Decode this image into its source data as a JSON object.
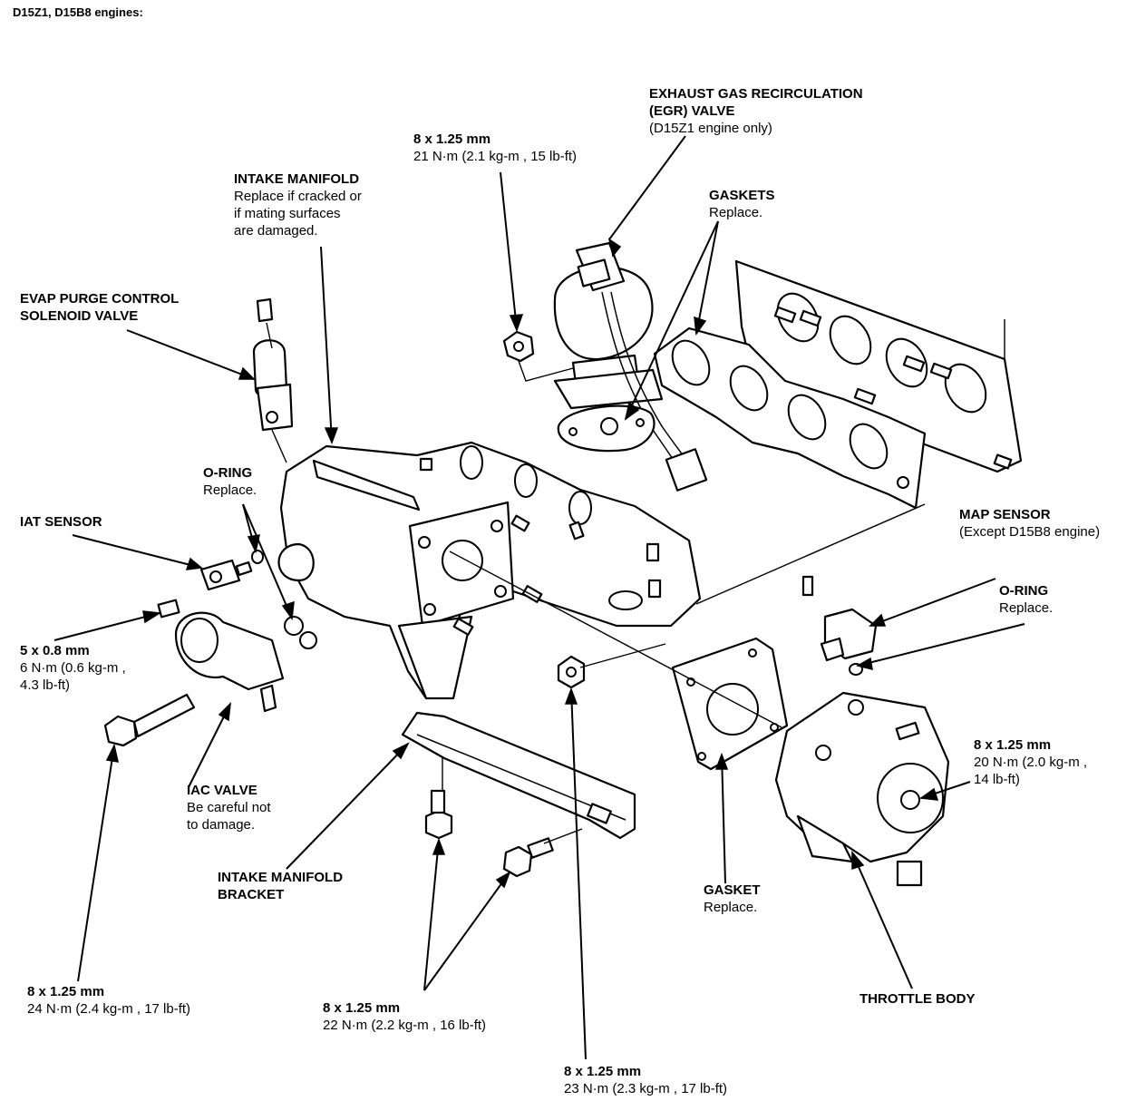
{
  "header": {
    "title": "D15Z1, D15B8 engines:"
  },
  "labels": {
    "egr_valve": {
      "line1": "EXHAUST GAS RECIRCULATION",
      "line2": "(EGR) VALVE",
      "line3": "(D15Z1 engine only)"
    },
    "bolt_egr": {
      "line1": "8 x 1.25 mm",
      "line2": "21  N·m (2.1  kg-m , 15 lb-ft)"
    },
    "intake_manifold": {
      "line1": "INTAKE MANIFOLD",
      "line2": "Replace if cracked or",
      "line3": "if mating surfaces",
      "line4": "are damaged."
    },
    "gaskets": {
      "line1": "GASKETS",
      "line2": "Replace."
    },
    "evap_valve": {
      "line1": "EVAP PURGE CONTROL",
      "line2": "SOLENOID VALVE"
    },
    "oring_left": {
      "line1": "O-RING",
      "line2": "Replace."
    },
    "iat_sensor": {
      "line1": "IAT SENSOR"
    },
    "map_sensor": {
      "line1": "MAP SENSOR",
      "line2": "(Except D15B8 engine)"
    },
    "oring_right": {
      "line1": "O-RING",
      "line2": "Replace."
    },
    "bolt_iat": {
      "line1": "5 x 0.8 mm",
      "line2": "6  N·m (0.6  kg-m ,",
      "line3": "4.3  lb-ft)"
    },
    "bolt_throttle": {
      "line1": "8 x 1.25 mm",
      "line2": "20  N·m (2.0  kg-m  ,",
      "line3": "14  lb-ft)"
    },
    "iac_valve": {
      "line1": "IAC VALVE",
      "line2": "Be careful not",
      "line3": "to damage."
    },
    "bracket": {
      "line1": "INTAKE MANIFOLD",
      "line2": "BRACKET"
    },
    "gasket_tb": {
      "line1": "GASKET",
      "line2": "Replace."
    },
    "throttle_body": {
      "line1": "THROTTLE BODY"
    },
    "bolt_iac": {
      "line1": "8 x 1.25 mm",
      "line2": "24  N·m (2.4  kg-m , 17  lb-ft)"
    },
    "bolt_bracket": {
      "line1": "8 x 1.25 mm",
      "line2": "22  N·m (2.2 kg-m , 16  lb-ft)"
    },
    "bolt_nut": {
      "line1": "8 x 1.25 mm",
      "line2": "23  N·m (2.3  kg-m , 17  lb-ft)"
    }
  }
}
